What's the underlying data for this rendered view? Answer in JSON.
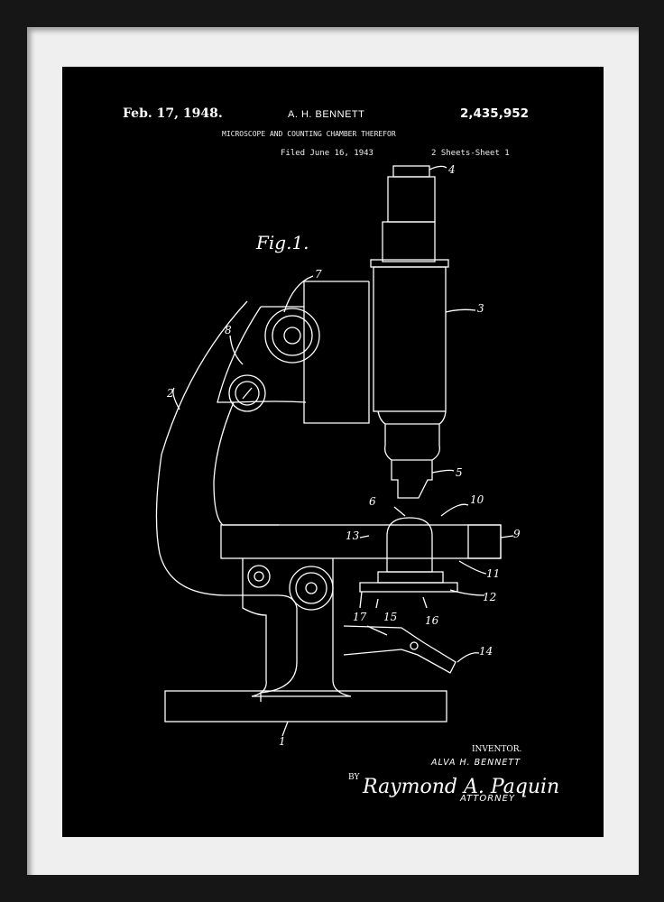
{
  "patent": {
    "date": "Feb. 17, 1948.",
    "inventor_header": "A. H. BENNETT",
    "number": "2,435,952",
    "title": "MICROSCOPE AND COUNTING CHAMBER THEREFOR",
    "filed": "Filed June 16, 1943",
    "sheets": "2 Sheets-Sheet 1",
    "figure_label": "Fig.1."
  },
  "reference_numerals": [
    "1",
    "2",
    "3",
    "4",
    "5",
    "6",
    "7",
    "8",
    "9",
    "10",
    "11",
    "12",
    "13",
    "14",
    "15",
    "16",
    "17"
  ],
  "signature_block": {
    "inventor_label": "INVENTOR.",
    "inventor_name": "ALVA H. BENNETT",
    "by_label": "BY",
    "signature": "Raymond A. Paquin",
    "attorney_label": "ATTORNEY"
  },
  "colors": {
    "frame": "#161616",
    "mat": "#efefef",
    "print_background": "#000000",
    "line_art": "#ffffff"
  }
}
